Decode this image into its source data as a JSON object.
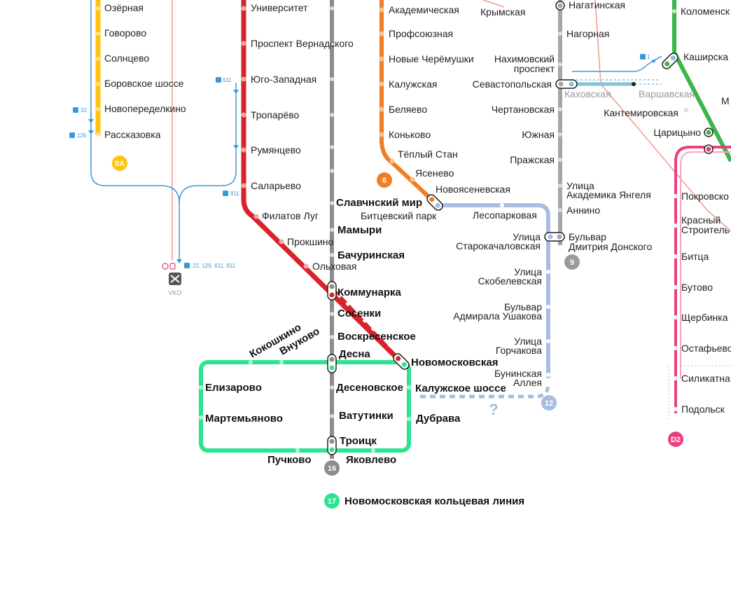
{
  "colors": {
    "line_8a": "#FFC20E",
    "line_1": "#D8232A",
    "line_16": "#8C8C8C",
    "line_6": "#F07E24",
    "line_9": "#9B9B9B",
    "line_11": "#83C4D4",
    "line_2": "#3CB54A",
    "line_12": "#A6BCE0",
    "line_17": "#2AE58E",
    "line_d2": "#E8417F",
    "bus": "#3A9AD9",
    "rail": "#F19A8E",
    "text": "#222222",
    "dim_text": "#9A9A9A"
  },
  "lines": {
    "l8a_badge": "8А",
    "l6_badge": "6",
    "l9_badge": "9",
    "l12_badge": "12",
    "l16_badge": "16",
    "l17_badge": "17",
    "d2_badge": "D2"
  },
  "stations": {
    "ozernaya": "Озёрная",
    "govorovo": "Говорово",
    "solntsevo": "Солнцево",
    "borovskoe": "Боровское шоссе",
    "novoperedelkino": "Новопеределкино",
    "rasskazovka": "Рассказовка",
    "universitet": "Университет",
    "vernadskogo": "Проспект Вернадского",
    "yugozapadnaya": "Юго-Западная",
    "troparevo": "Тропарёво",
    "rumyantsevo": "Румянцево",
    "salarevo": "Саларьево",
    "filatov": "Филатов Луг",
    "prokshino": "Прокшино",
    "olkhovaya": "Ольховая",
    "kommunarka": "Коммунарка",
    "slavyansky": "Славчнский мир",
    "mamyri": "Мамыри",
    "bachurinskaya": "Бачуринская",
    "sosenki": "Сосенки",
    "voskresenskoe": "Воскресенское",
    "desna": "Десна",
    "desenovskoe": "Десеновское",
    "vatutinki": "Ватутинки",
    "troitsk": "Троицк",
    "kokoshkino": "Кокошкино",
    "vnukovo": "Внуково",
    "elizarovo": "Елизарово",
    "martemyanovo": "Мартемьяново",
    "puchkovo": "Пучково",
    "yakovlevo": "Яковлево",
    "novomoskovskaya": "Новомосковская",
    "kaluzhskoe": "Калужское шоссе",
    "dubrava": "Дубрава",
    "akademicheskaya": "Академическая",
    "profsoyuznaya": "Профсоюзная",
    "novye_cheremushki": "Новые Черёмушки",
    "kaluzhskaya": "Калужская",
    "belyaevo": "Беляево",
    "konkovo": "Коньково",
    "teply_stan": "Тёплый Стан",
    "yasenevo": "Ясенево",
    "novoyasenevskaya": "Новоясеневская",
    "bitsevsky_park": "Битцевский парк",
    "krymskaya": "Крымская",
    "nagatinskaya": "Нагатинская",
    "nagornaya": "Нагорная",
    "nakhimovsky_1": "Нахимовский",
    "nakhimovsky_2": "проспект",
    "sevastopolskaya": "Севастопольская",
    "chertanovskaya": "Чертановская",
    "yuzhnaya": "Южная",
    "prazhskaya": "Пражская",
    "yangelya_1": "Улица",
    "yangelya_2": "Академика Янгеля",
    "annino": "Аннино",
    "donskogo_1": "Бульвар",
    "donskogo_2": "Дмитрия Донского",
    "lesoparkovaya": "Лесопарковая",
    "starokach_1": "Улица",
    "starokach_2": "Старокачаловская",
    "skobelevskaya_1": "Улица",
    "skobelevskaya_2": "Скобелевская",
    "ushakova_1": "Бульвар",
    "ushakova_2": "Адмирала Ушакова",
    "gorchakova_1": "Улица",
    "gorchakova_2": "Горчакова",
    "buninskaya_1": "Бунинская",
    "buninskaya_2": "Аллея",
    "kakhovskaya": "Каховская",
    "varshavskaya": "Варшавская",
    "kolomenskaya": "Коломенск",
    "kashirskaya": "Каширска",
    "kantemirovskaya": "Кантемировская",
    "tsaritsyno": "Царицыно",
    "pokrovskoe": "Покровско",
    "krasny_1": "Красный",
    "krasny_2": "Строитель",
    "bitsa": "Битца",
    "butovo": "Бутово",
    "shcherbinka": "Щербинка",
    "ostafevo": "Остафьево",
    "silikatnaya": "Силикатна",
    "podolsk": "Подольск",
    "m_stub": "М"
  },
  "misc": {
    "airport_code": "VKO",
    "bus_routes_airport": "22, 129, 611, 911",
    "bus_32": "32",
    "bus_126": "126",
    "bus_611": "611",
    "bus_911": "911",
    "bus_kashirskaya": "1",
    "unknown_extension": "?",
    "legend_text": "Новомосковская кольцевая линия"
  }
}
